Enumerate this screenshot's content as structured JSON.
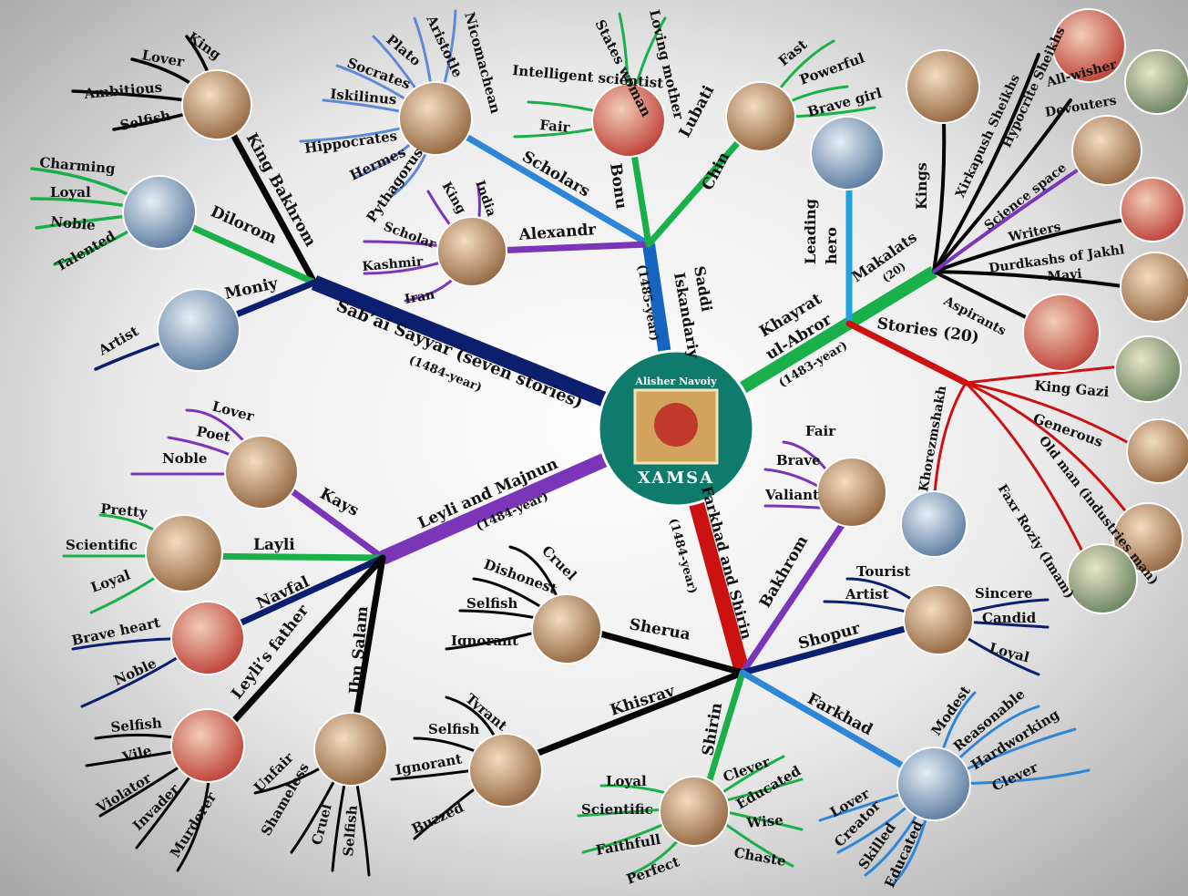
{
  "center": {
    "author": "Alisher Navoiy",
    "book": "XAMSA"
  },
  "palette": {
    "black": "#050505",
    "navy": "#0b1f6e",
    "green": "#19b04a",
    "purple": "#7a35b8",
    "blue": "#2f86d6",
    "red": "#cc1111",
    "cyan": "#1ea5e0"
  },
  "branches": {
    "sabai": {
      "title": "Sab’ai Sayyar (seven stories)",
      "year": "(1484-year)"
    },
    "saddi": {
      "title_a": "Saddi",
      "title_b": "Iskandariy",
      "year": "(1485-year)"
    },
    "khayrat": {
      "title_a": "Khayrat",
      "title_b": "ul-Abror",
      "year": "(1483-year)"
    },
    "leyli": {
      "title": "Leyli and Majnun",
      "year": "(1484-year)"
    },
    "farkhad": {
      "title": "Farkhad and Shirin",
      "year": "(1484-year)"
    }
  },
  "sabai_group": {
    "king_bakhrom": {
      "label": "King Bakhrom",
      "traits": [
        "King",
        "Lover",
        "Ambitious",
        "Selfish"
      ]
    },
    "dilorom": {
      "label": "Dilorom",
      "traits": [
        "Charming",
        "Loyal",
        "Noble",
        "Talented"
      ]
    },
    "moniy": {
      "label": "Moniy",
      "traits": [
        "Artist"
      ]
    }
  },
  "saddi_group": {
    "scholars": {
      "label": "Scholars",
      "items": [
        "Nicomachean",
        "Aristotle",
        "Plato",
        "Socrates",
        "Iskilinus",
        "Hippocrates",
        "Hermes",
        "Pythagorus"
      ]
    },
    "alexandr": {
      "label": "Alexandr",
      "traits": [
        "India",
        "King",
        "Scholar",
        "Kashmir",
        "Iran"
      ]
    },
    "bonu": {
      "label": "Bonu",
      "traits": [
        "States woman",
        "Loving mother",
        "Intelligent scientist",
        "Fair"
      ]
    },
    "lubati": {
      "label_a": "Lubati",
      "label_b": "Chin",
      "traits": [
        "Fast",
        "Powerful",
        "Brave girl"
      ]
    }
  },
  "khayrat_group": {
    "leading_hero": {
      "label_a": "Leading",
      "label_b": "hero"
    },
    "makalats": {
      "label": "Makalats",
      "count": "(20)",
      "items": [
        "Kings",
        "Xirkapush Sheikhs",
        "Hypocrite Sheikhs",
        "All-wisher",
        "Devouters",
        "Science space",
        "Writers",
        "Durdkashs of Jakhl",
        "Mayi",
        "Aspirants"
      ]
    },
    "stories": {
      "label": "Stories (20)",
      "items": [
        "Khorezmshakh",
        "King Gazi",
        "Generous",
        "Old man (industries man)",
        "Faxr Roziy (Imam)"
      ]
    }
  },
  "leyli_group": {
    "kays": {
      "label": "Kays",
      "traits": [
        "Lover",
        "Poet",
        "Noble"
      ]
    },
    "layli": {
      "label": "Layli",
      "traits": [
        "Pretty",
        "Scientific",
        "Loyal"
      ]
    },
    "navfal": {
      "label": "Navfal",
      "traits": [
        "Brave heart",
        "Noble"
      ]
    },
    "leyli_father": {
      "label": "Leyli’s father",
      "traits": [
        "Selfish",
        "Vile",
        "Violator",
        "Invader",
        "Murderer"
      ]
    },
    "ibn_salam": {
      "label": "Ibn Salam",
      "traits": [
        "Unfair",
        "Shameless",
        "Cruel",
        "Selfish"
      ]
    }
  },
  "farkhad_group": {
    "bakhrom": {
      "label": "Bakhrom",
      "traits": [
        "Fair",
        "Brave",
        "Valiant"
      ]
    },
    "sherua": {
      "label": "Sherua",
      "traits": [
        "Cruel",
        "Dishonest",
        "Selfish",
        "Ignorant"
      ]
    },
    "shopur": {
      "label": "Shopur",
      "traits": [
        "Tourist",
        "Artist",
        "Sincere",
        "Candid",
        "Loyal"
      ]
    },
    "khisrav": {
      "label": "Khisrav",
      "traits": [
        "Tyrant",
        "Selfish",
        "Ignorant",
        "Buzzed"
      ]
    },
    "shirin": {
      "label": "Shirin",
      "traits": [
        "Loyal",
        "Scientific",
        "Faithfull",
        "Perfect",
        "Clever",
        "Educated",
        "Wise",
        "Chaste"
      ]
    },
    "farkhad": {
      "label": "Farkhad",
      "traits": [
        "Modest",
        "Reasonable",
        "Hardworking",
        "Clever",
        "Lover",
        "Creator",
        "Skilled",
        "Educated"
      ]
    }
  }
}
